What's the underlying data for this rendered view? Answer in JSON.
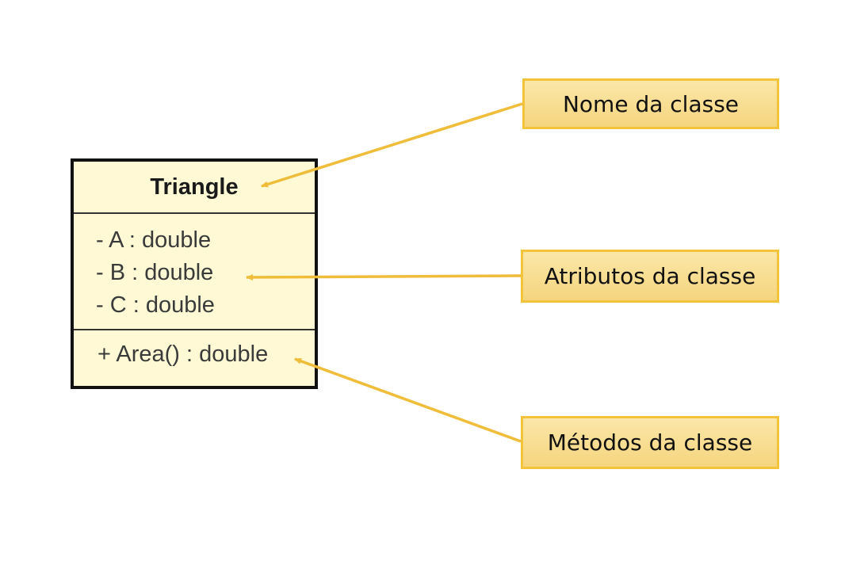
{
  "uml_class": {
    "name": "Triangle",
    "attributes": [
      "- A : double",
      "- B : double",
      "- C : double"
    ],
    "methods": [
      "+ Area() : double"
    ]
  },
  "callouts": {
    "class_name": "Nome da classe",
    "attributes": "Atributos da classe",
    "methods": "Métodos da classe"
  },
  "colors": {
    "class_fill": "#fff9d6",
    "class_border": "#111111",
    "callout_fill": "#f8dd92",
    "callout_border": "#f3c43a",
    "arrow": "#f0bd3a"
  }
}
